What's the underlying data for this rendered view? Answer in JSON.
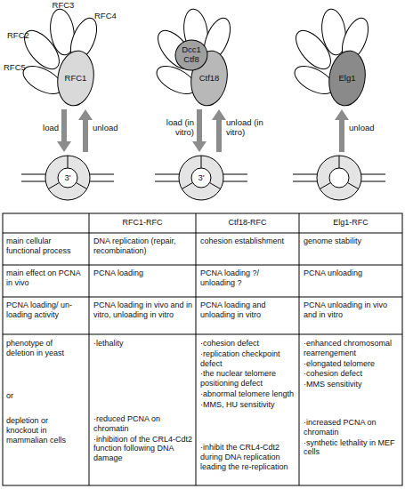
{
  "diagram": {
    "nodes": [
      {
        "text": [
          "RFC1"
        ]
      },
      {
        "text": [
          "Dcc1",
          "Ctf8"
        ]
      },
      {
        "text": [
          "Ctf18"
        ]
      },
      {
        "text": [
          "Elg1"
        ]
      },
      {
        "text": [
          "3'"
        ]
      },
      {
        "text": [
          "3'"
        ]
      }
    ],
    "edges": [
      {
        "from": 0,
        "to": 4,
        "arrow": "to",
        "label": "load"
      },
      {
        "from": 4,
        "to": 0,
        "arrow": "to",
        "label": "unload"
      },
      {
        "from": 2,
        "to": 5,
        "arrow": "to",
        "label": "load (in vitro)"
      },
      {
        "from": 5,
        "to": 2,
        "arrow": "to",
        "label": "unload (in vitro)"
      }
    ],
    "labels": [
      "RFC3",
      "RFC4",
      "RFC2",
      "RFC5",
      "unload",
      "RFC1-RFC",
      "Ctf18-RFC",
      "Elg1-RFC",
      "main cellular functional process",
      "DNA replication (repair, recombination)",
      "cohesion establishment",
      "genome stability",
      "main effect on PCNA in vivo",
      "PCNA loading",
      "PCNA loading ?/ unloading ?",
      "PCNA unloading",
      "PCNA loading/ un-loading activity",
      "PCNA loading in vivo and in vitro, unloading in vitro",
      "PCNA loading and unloading in vitro",
      "PCNA unloading in vivo and in vitro",
      "phenotype of deletion in yeast",
      "or",
      "depletion or knockout in mammalian cells",
      "·lethality",
      "·reduced PCNA on chromatin",
      "·inhibition of the CRL4-Cdt2 function following DNA damage",
      "·cohesion defect",
      "·replication checkpoint defect",
      "·the nuclear telomere positioning defect",
      "·abnormal telomere length",
      "·MMS, HU sensitivity",
      "·inhibit the CRL4-Cdt2 during DNA replication leading the re-replication",
      "·enhanced chromosomal rearrengement",
      "·elongated telomere",
      "·cohesion defect",
      "·MMS sensitivity",
      "·increased PCNA on chromatin",
      "·synthetic lethality in MEF cells"
    ]
  }
}
